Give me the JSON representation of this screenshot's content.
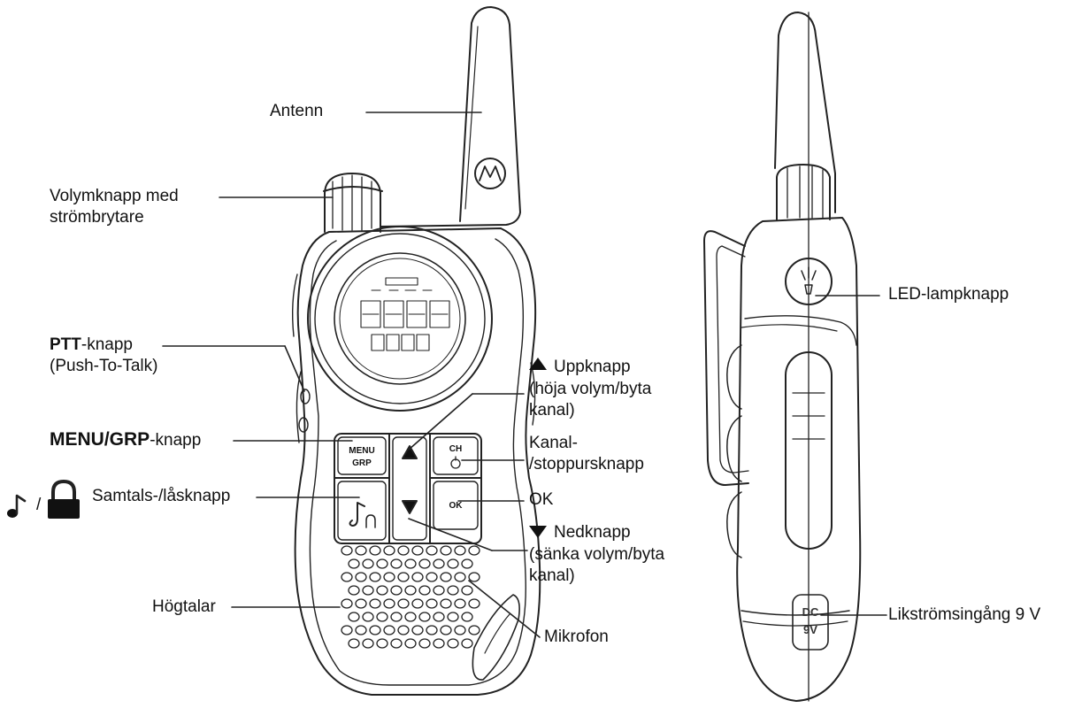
{
  "labels": {
    "antenna": "Antenn",
    "volume_line1": "Volymknapp med",
    "volume_line2": "strömbrytare",
    "ptt_bold": "PTT",
    "ptt_rest": "-knapp",
    "ptt_line2": "(Push-To-Talk)",
    "menu_bold": "MENU/GRP",
    "menu_rest": "-knapp",
    "call_sep": "/",
    "call_lock": "Samtals-/låsknapp",
    "speaker": "Högtalar",
    "up_title": "Uppknapp",
    "up_line2": "(höja volym/byta",
    "up_line3": "kanal)",
    "channel_line1": "Kanal-",
    "channel_line2": "/stoppursknapp",
    "ok": "OK",
    "down_title": "Nedknapp",
    "down_line2": "(sänka volym/byta",
    "down_line3": "kanal)",
    "microphone": "Mikrofon",
    "led": "LED-lampknapp",
    "dc_input": "Likströmsingång 9 V"
  },
  "device_text": {
    "btn_menu_1": "MENU",
    "btn_menu_2": "GRP",
    "btn_ch": "CH",
    "btn_ok": "OK",
    "dc_1": "DC",
    "dc_2": "9V"
  },
  "icons": [
    "motorola-logo-icon",
    "music-note-icon",
    "lock-icon",
    "up-triangle-icon",
    "down-triangle-icon",
    "led-lamp-icon"
  ]
}
